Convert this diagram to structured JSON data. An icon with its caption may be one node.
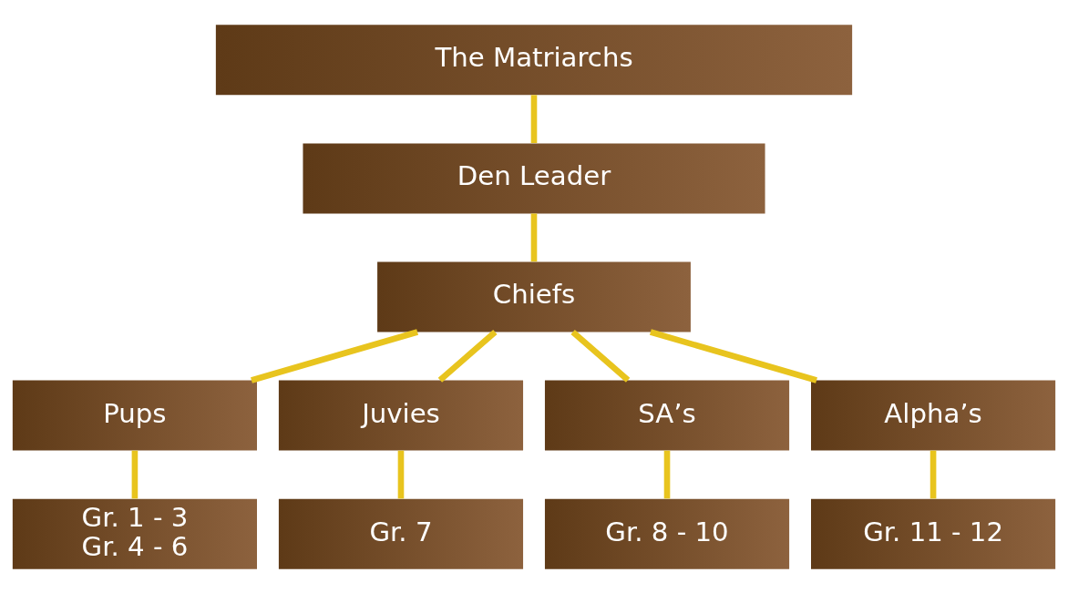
{
  "diagram": {
    "nodes": [
      {
        "text": [
          "The Matriarchs"
        ]
      },
      {
        "text": [
          "Den Leader"
        ]
      },
      {
        "text": [
          "Chiefs"
        ]
      },
      {
        "text": [
          "Pups"
        ]
      },
      {
        "text": [
          "Juvies"
        ]
      },
      {
        "text": [
          "SA’s"
        ]
      },
      {
        "text": [
          "Alpha’s"
        ]
      },
      {
        "text": [
          "Gr. 1 - 3",
          "Gr. 4 - 6"
        ]
      },
      {
        "text": [
          "Gr. 7"
        ]
      },
      {
        "text": [
          "Gr. 8 - 10"
        ]
      },
      {
        "text": [
          "Gr. 11 - 12"
        ]
      }
    ],
    "edges": [
      {
        "from": 0,
        "to": 1,
        "arrow": "none"
      },
      {
        "from": 1,
        "to": 2,
        "arrow": "none"
      },
      {
        "from": 2,
        "to": 3,
        "arrow": "none"
      },
      {
        "from": 2,
        "to": 4,
        "arrow": "none"
      },
      {
        "from": 2,
        "to": 5,
        "arrow": "none"
      },
      {
        "from": 2,
        "to": 6,
        "arrow": "none"
      },
      {
        "from": 3,
        "to": 7,
        "arrow": "none"
      },
      {
        "from": 4,
        "to": 8,
        "arrow": "none"
      },
      {
        "from": 5,
        "to": 9,
        "arrow": "none"
      },
      {
        "from": 6,
        "to": 10,
        "arrow": "none"
      }
    ]
  }
}
